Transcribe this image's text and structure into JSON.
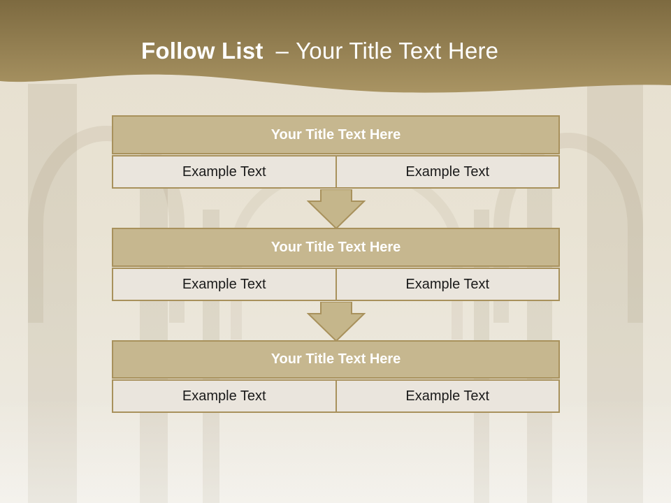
{
  "slide": {
    "title_bold": "Follow List",
    "title_dash": "–",
    "title_rest": "Your Title Text Here",
    "colors": {
      "header_band": "#9b8759",
      "block_header": "#c6b78f",
      "block_border": "#a8915c",
      "cell_bg": "#eae5dd",
      "arrow_fill": "#c5b68b"
    }
  },
  "blocks": [
    {
      "header": "Your Title Text Here",
      "left": "Example Text",
      "right": "Example Text"
    },
    {
      "header": "Your Title Text Here",
      "left": "Example Text",
      "right": "Example Text"
    },
    {
      "header": "Your Title Text Here",
      "left": "Example Text",
      "right": "Example Text"
    }
  ],
  "arrows": [
    {
      "icon": "down-arrow-icon"
    },
    {
      "icon": "down-arrow-icon"
    }
  ]
}
